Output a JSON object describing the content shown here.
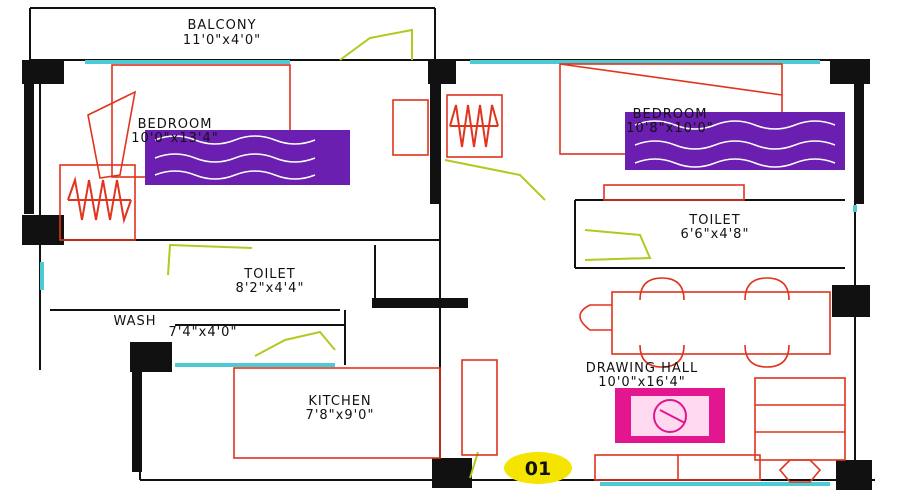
{
  "rooms": {
    "balcony": {
      "name": "BALCONY",
      "size": "11'0\"x4'0\""
    },
    "bedroom1": {
      "name": "BEDROOM",
      "size": "10'0\"x13'4\""
    },
    "bedroom2": {
      "name": "BEDROOM",
      "size": "10'8\"x10'0\""
    },
    "toilet1": {
      "name": "TOILET",
      "size": "8'2\"x4'4\""
    },
    "toilet2": {
      "name": "TOILET",
      "size": "6'6\"x4'8\""
    },
    "wash": {
      "name": "WASH",
      "size": "7'4\"x4'0\""
    },
    "kitchen": {
      "name": "KITCHEN",
      "size": "7'8\"x9'0\""
    },
    "drawing": {
      "name": "DRAWING HALL",
      "size": "10'0\"x16'4\""
    }
  },
  "unit_badge": "01",
  "colors": {
    "wall": "#111111",
    "furniture": "#e0341e",
    "glass": "#4ec9d6",
    "door": "#b5c81f",
    "bed_cover": "#6a1fb0",
    "badge": "#f5e400"
  }
}
